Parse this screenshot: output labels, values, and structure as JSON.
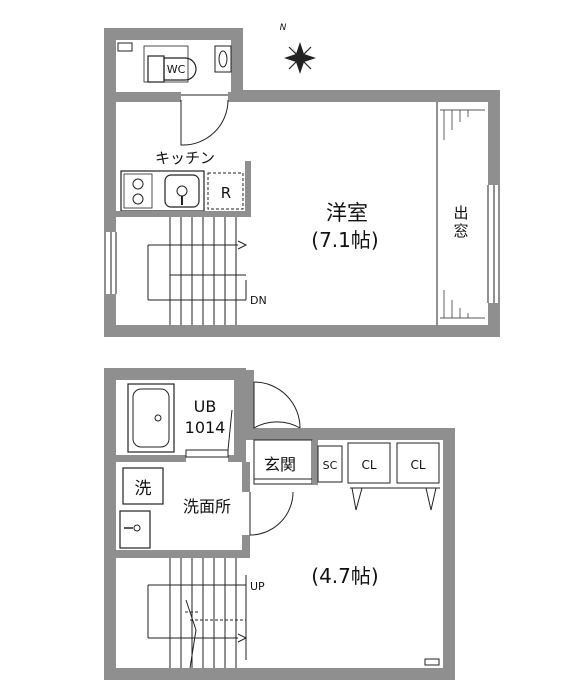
{
  "upper_floor": {
    "wc_label": "WC",
    "kitchen_label": "キッチン",
    "fridge_label": "R",
    "room_label": "洋室",
    "room_size": "(7.1帖)",
    "window_label_1": "出",
    "window_label_2": "窓",
    "stair_label": "DN"
  },
  "lower_floor": {
    "bath_label_1": "UB",
    "bath_label_2": "1014",
    "washer_label": "洗",
    "washroom_label": "洗面所",
    "entrance_label": "玄関",
    "shoe_closet_label": "SC",
    "closet_1_label": "CL",
    "closet_2_label": "CL",
    "room_size": "(4.7帖)",
    "stair_label": "UP"
  },
  "compass": {
    "north_label": "N"
  },
  "colors": {
    "wall": "#8f8f8f",
    "line": "#222222",
    "background": "#ffffff"
  }
}
